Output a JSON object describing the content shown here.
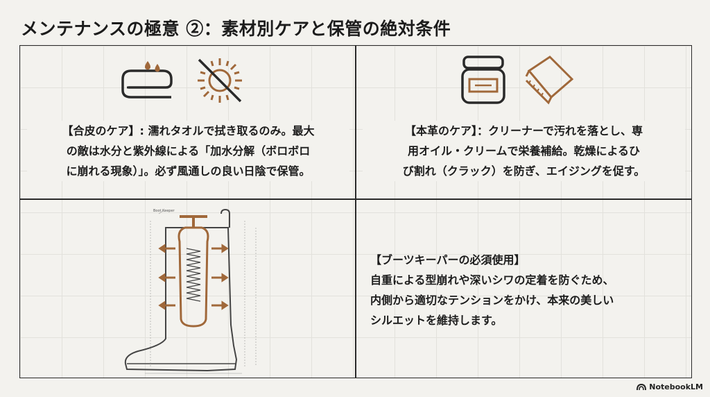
{
  "title": "メンテナンスの極意 ②：素材別ケアと保管の絶対条件",
  "cells": {
    "synthetic": {
      "lines": [
        "【合皮のケア】: 濡れタオルで拭き取るのみ。最大",
        "の敵は水分と紫外線による「加水分解（ボロボロ",
        "に崩れる現象）」。必ず風通しの良い日陰で保管。"
      ],
      "icons": [
        "wet-towel-icon",
        "no-sun-icon"
      ]
    },
    "leather": {
      "lines": [
        "【本革のケア】：クリーナーで汚れを落とし、専",
        "用オイル・クリームで栄養補給。乾燥によるひ",
        "び割れ（クラック）を防ぎ、エイジングを促す。"
      ],
      "icons": [
        "cream-jar-icon",
        "cloth-icon"
      ]
    },
    "keeper": {
      "lines": [
        "【ブーツキーパーの必須使用】",
        "自重による型崩れや深いシワの定着を防ぐため、",
        "内側から適切なテンションをかけ、本来の美しい",
        "シルエットを維持します。"
      ],
      "diagram_label": "Boot Keeper"
    }
  },
  "logo": "NotebookLM",
  "colors": {
    "accent": "#a0683a",
    "ink": "#2a2a2a",
    "background": "#f3f2ee"
  }
}
